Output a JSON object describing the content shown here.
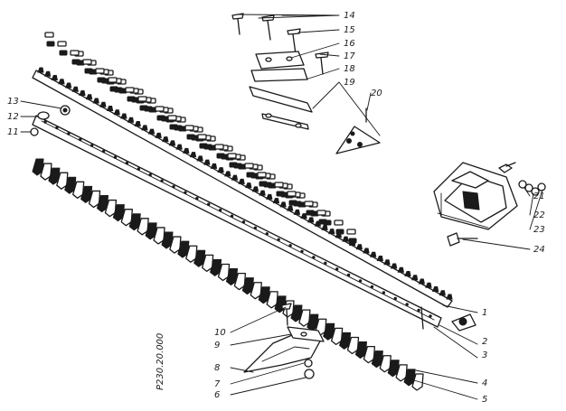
{
  "drawing_code": "Р230.20.000",
  "callouts": [
    "1",
    "2",
    "3",
    "4",
    "5",
    "6",
    "7",
    "8",
    "9",
    "10",
    "11",
    "12",
    "13",
    "14",
    "15",
    "16",
    "17",
    "18",
    "19",
    "20",
    "21",
    "22",
    "23",
    "24"
  ]
}
